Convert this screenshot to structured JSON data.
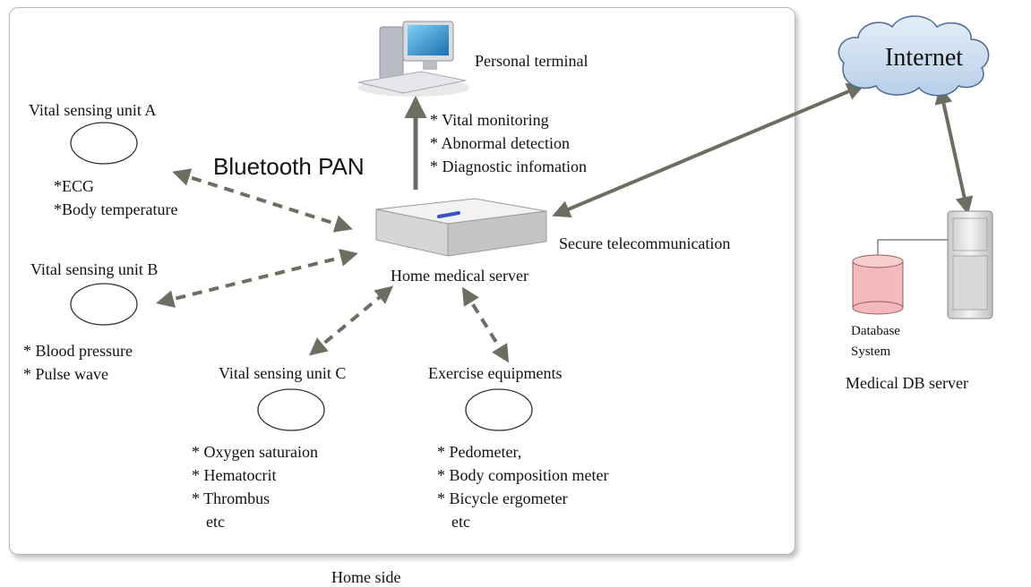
{
  "home": {
    "caption": "Home side",
    "bluetooth_label": "Bluetooth PAN",
    "server_label": "Home medical server",
    "secure_label": "Secure telecommunication"
  },
  "terminal": {
    "label": "Personal terminal",
    "features": [
      "* Vital monitoring",
      "* Abnormal detection",
      "* Diagnostic infomation"
    ]
  },
  "unit_a": {
    "title": "Vital sensing unit  A",
    "items": [
      "*ECG",
      "*Body temperature"
    ]
  },
  "unit_b": {
    "title": "Vital sensing unit B",
    "items": [
      "* Blood pressure",
      "* Pulse wave"
    ]
  },
  "unit_c": {
    "title": "Vital sensing unit C",
    "items": [
      "* Oxygen saturaion",
      "* Hematocrit",
      "* Thrombus",
      "etc"
    ]
  },
  "exercise": {
    "title": "Exercise equipments",
    "items": [
      "* Pedometer,",
      "* Body composition meter",
      "* Bicycle ergometer",
      "etc"
    ]
  },
  "internet": {
    "label": "Internet"
  },
  "db_server": {
    "database_label": [
      "Database",
      "System"
    ],
    "label": "Medical DB server"
  },
  "colors": {
    "arrow": "#6b6f62",
    "cloud": "#cfe0f2",
    "database": "#f3b9bb",
    "box_border": "#b9b9b9"
  },
  "icons": [
    "computer-icon",
    "server-box-icon",
    "cloud-icon",
    "database-icon",
    "tower-server-icon"
  ]
}
